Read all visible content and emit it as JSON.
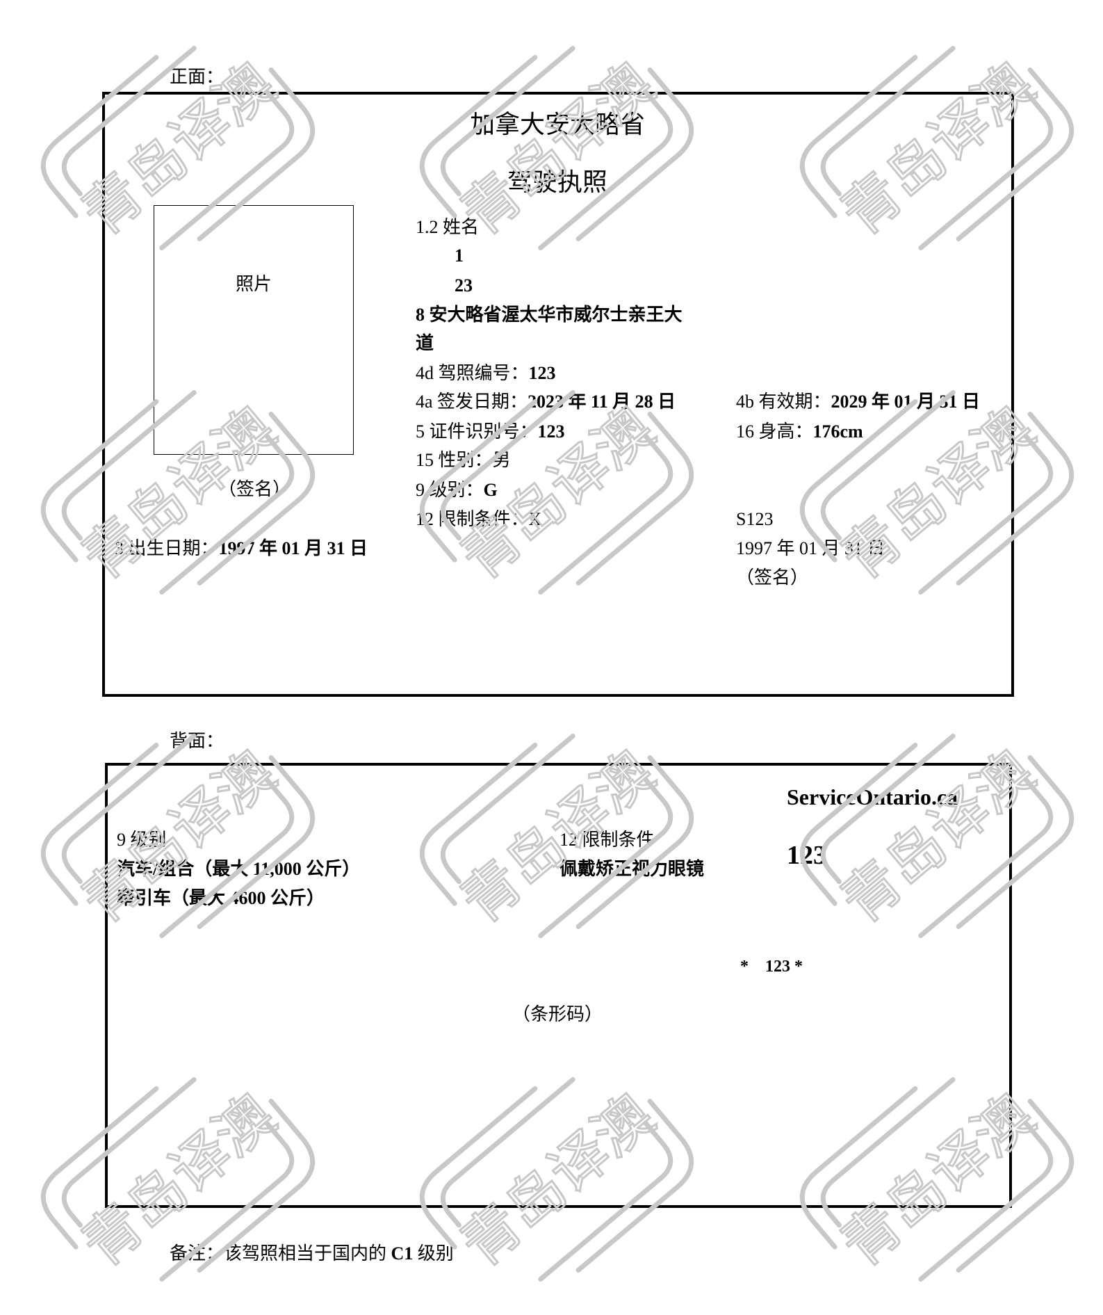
{
  "front": {
    "label": "正面：",
    "title_line1": "加拿大安大略省",
    "title_line2": "驾驶执照",
    "photo_label": "照片",
    "photo_signature": "（签名）",
    "name_label": "1.2  姓名",
    "name_line1": "1",
    "name_line2": "23",
    "address_line1": "8 安大略省渥太华市威尔士亲王大",
    "address_line2": "道",
    "licence_no_label": "4d  驾照编号：",
    "licence_no": "123",
    "issue_label": "4a  签发日期：",
    "issue_date": "2023 年 11 月 28 日",
    "expiry_label": "4b  有效期：",
    "expiry_date": "2029 年 01 月 31 日",
    "id_label": "5  证件识别号：",
    "id_value": "123",
    "height_label": "16  身高：",
    "height_value": "176cm",
    "sex_label": "15  性别：男",
    "class_label": "9  级别：",
    "class_value": "G",
    "restriction_label": "12  限制条件：",
    "restriction_value": "X",
    "dob_label": "3.出生日期：",
    "dob_value": "1997 年 01 月 31 日",
    "code": "S123",
    "code_date": "1997 年 01 月 31 日",
    "holder_signature": "（签名）"
  },
  "back": {
    "label": "背面：",
    "website": "ServiceOntario.ca",
    "class_heading": "9  级别",
    "class_line1": "汽车/组合（最大 11,000 公斤）",
    "class_line2": "牵引车（最大 4600 公斤）",
    "restriction_heading": "12  限制条件",
    "restriction_text": "佩戴矫正视力眼镜",
    "big_number": "123",
    "barcode_text": "*    123 *",
    "barcode_label": "（条形码）"
  },
  "note": "备注：该驾照相当于国内的 C1 级别",
  "watermark": {
    "text": "青岛译澳",
    "color": "#c8c8c8"
  }
}
